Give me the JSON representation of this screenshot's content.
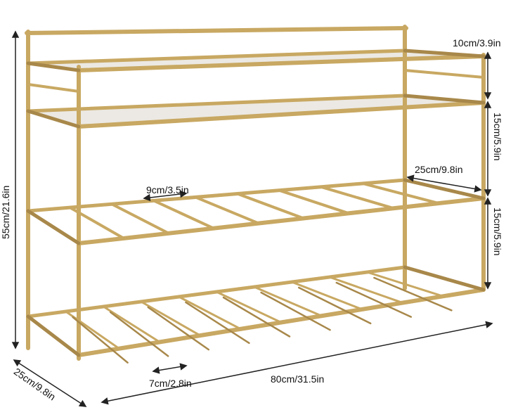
{
  "colors": {
    "gold": "#c8a862",
    "gold_dark": "#a8884a",
    "dim_line": "#222222"
  },
  "dimensions": {
    "top_clearance": "10cm/3.9in",
    "shelf_gap_upper": "15cm/5.9in",
    "shelf_gap_lower": "15cm/5.9in",
    "shelf_depth": "25cm/9.8in",
    "slot_spacing": "9cm/3.5in",
    "total_height": "55cm/21.6in",
    "base_depth": "25cm/9.8in",
    "glass_slot_width": "7cm/2.8in",
    "total_width": "80cm/31.5in"
  }
}
